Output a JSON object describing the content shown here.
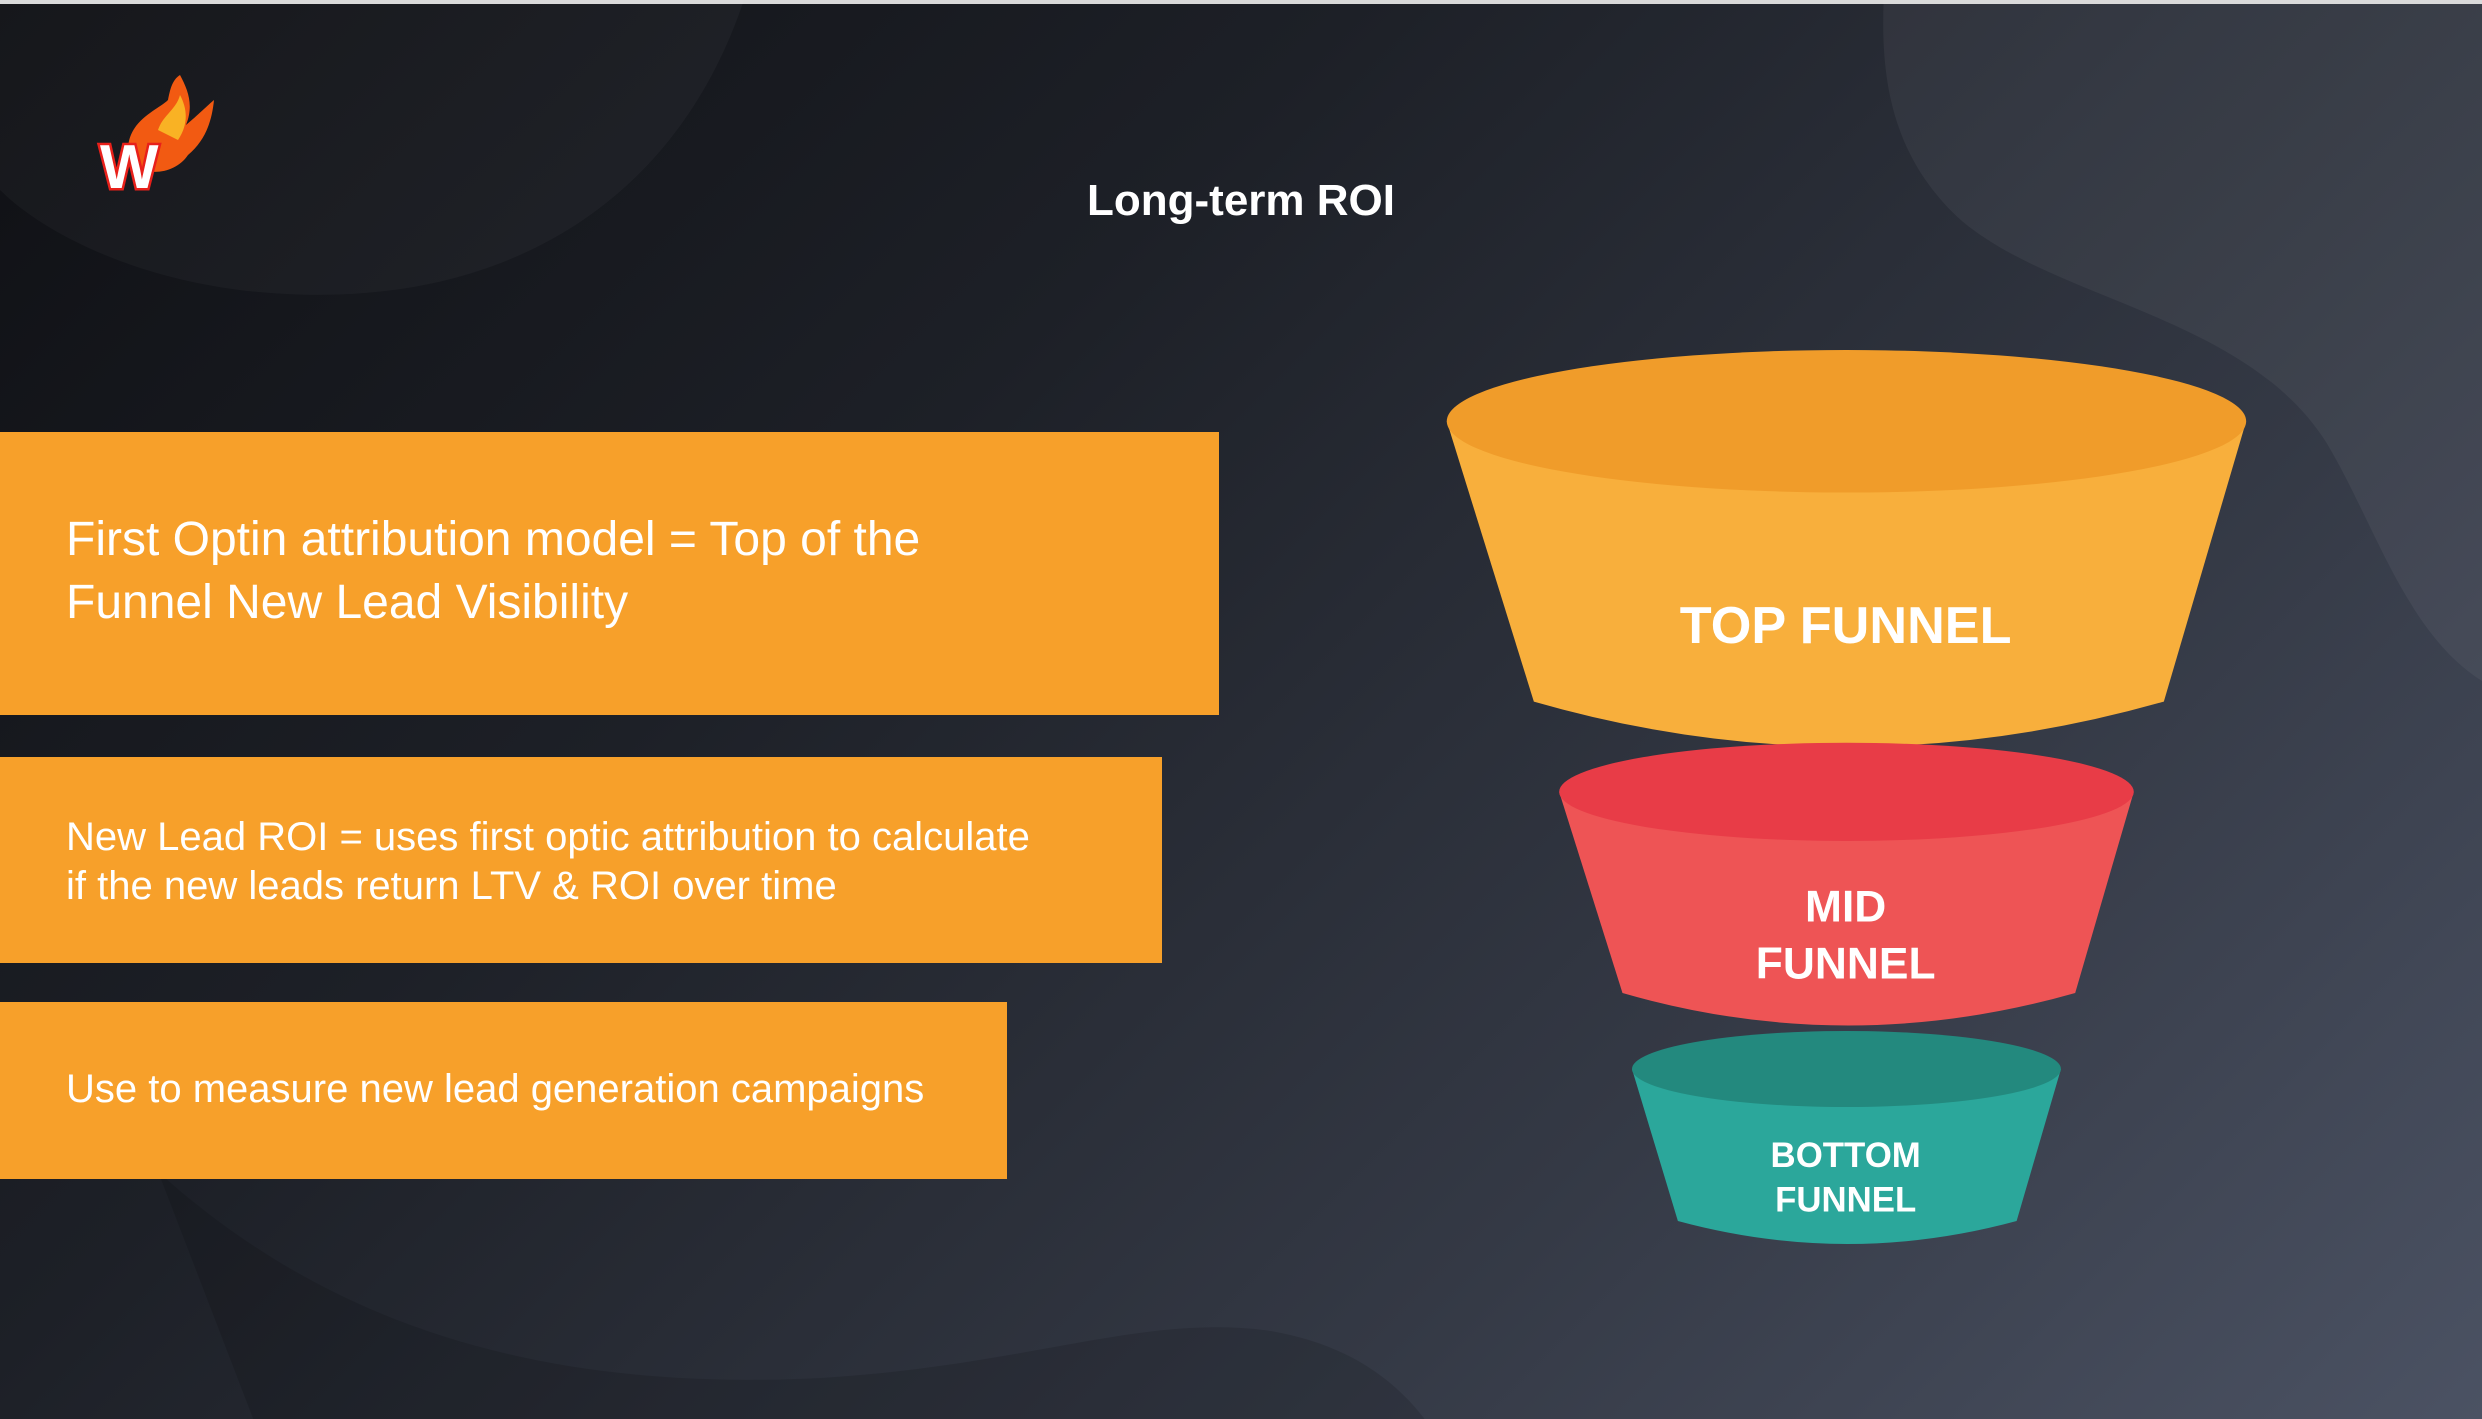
{
  "slide": {
    "title": "Long-term ROI",
    "logo_text": "W",
    "boxes": [
      {
        "text": "First Optin attribution model = Top of the\nFunnel New Lead Visibility"
      },
      {
        "text": "New Lead ROI = uses first optic attribution to calculate\nif the new leads return LTV & ROI over time"
      },
      {
        "text": "Use to measure new lead generation campaigns"
      }
    ]
  },
  "funnel": {
    "top": {
      "line1": "TOP FUNNEL",
      "color": "#f8af3c",
      "rim": "#f09c2a"
    },
    "mid": {
      "line1": "MID",
      "line2": "FUNNEL",
      "color": "#ee5455",
      "rim": "#e83c47"
    },
    "bottom": {
      "line1": "BOTTOM",
      "line2": "FUNNEL",
      "color": "#2ba79b",
      "rim": "#23897e"
    }
  },
  "colors": {
    "accent": "#f7a02a"
  }
}
